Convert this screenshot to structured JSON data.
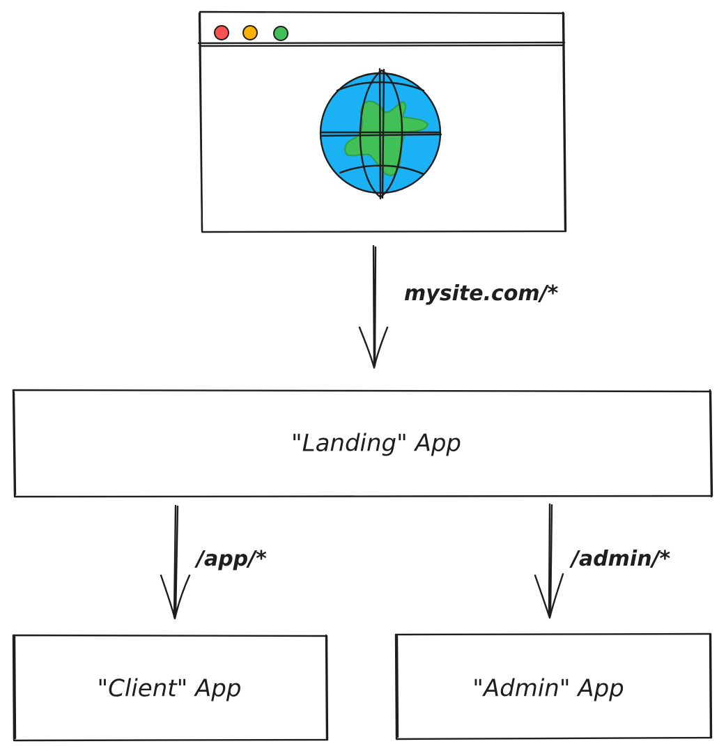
{
  "diagram": {
    "browser": {
      "window_dots": [
        "red",
        "yellow",
        "green"
      ],
      "icon": "globe-icon"
    },
    "edges": {
      "browser_to_landing": "mysite.com/*",
      "landing_to_client": "/app/*",
      "landing_to_admin": "/admin/*"
    },
    "nodes": {
      "landing": "\"Landing\" App",
      "client": "\"Client\" App",
      "admin": "\"Admin\" App"
    }
  },
  "colors": {
    "stroke": "#1e1e1e",
    "dot_red": "#fa5252",
    "dot_yellow": "#fab005",
    "dot_green": "#40c057",
    "globe_water": "#1ab1f5",
    "globe_land": "#40c057",
    "globe_land_outline": "#2f9e44"
  }
}
